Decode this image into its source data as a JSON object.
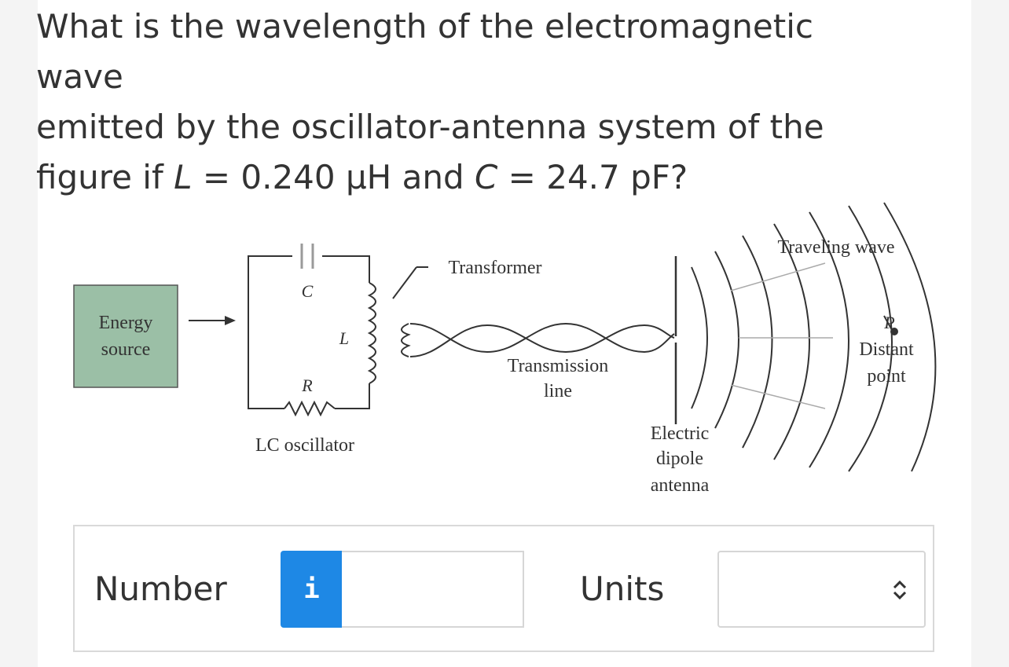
{
  "question": {
    "line1": "What is the wavelength of the electromagnetic wave",
    "line2": "emitted by the oscillator-antenna system of the",
    "line3_pre": "figure if ",
    "var_L": "L",
    "val_L": " = 0.240 μH and ",
    "var_C": "C",
    "val_C": " = 24.7 pF?"
  },
  "figure": {
    "energy_source_line1": "Energy",
    "energy_source_line2": "source",
    "cap_label": "C",
    "ind_label": "L",
    "res_label": "R",
    "oscillator_label": "LC oscillator",
    "transformer_label": "Transformer",
    "transmission_line1": "Transmission",
    "transmission_line2": "line",
    "antenna_line1": "Electric",
    "antenna_line2": "dipole",
    "antenna_line3": "antenna",
    "traveling_wave_label": "Traveling wave",
    "point_label": "P",
    "distant_line1": "Distant",
    "distant_line2": "point",
    "colors": {
      "energy_box": "#9bbfa6",
      "wire": "#333333"
    }
  },
  "answer": {
    "number_label": "Number",
    "info_icon": "i",
    "number_value": "",
    "units_label": "Units",
    "units_value": ""
  },
  "colors": {
    "info_button": "#1e88e5",
    "text": "#333333",
    "border": "#d9d9d9"
  }
}
